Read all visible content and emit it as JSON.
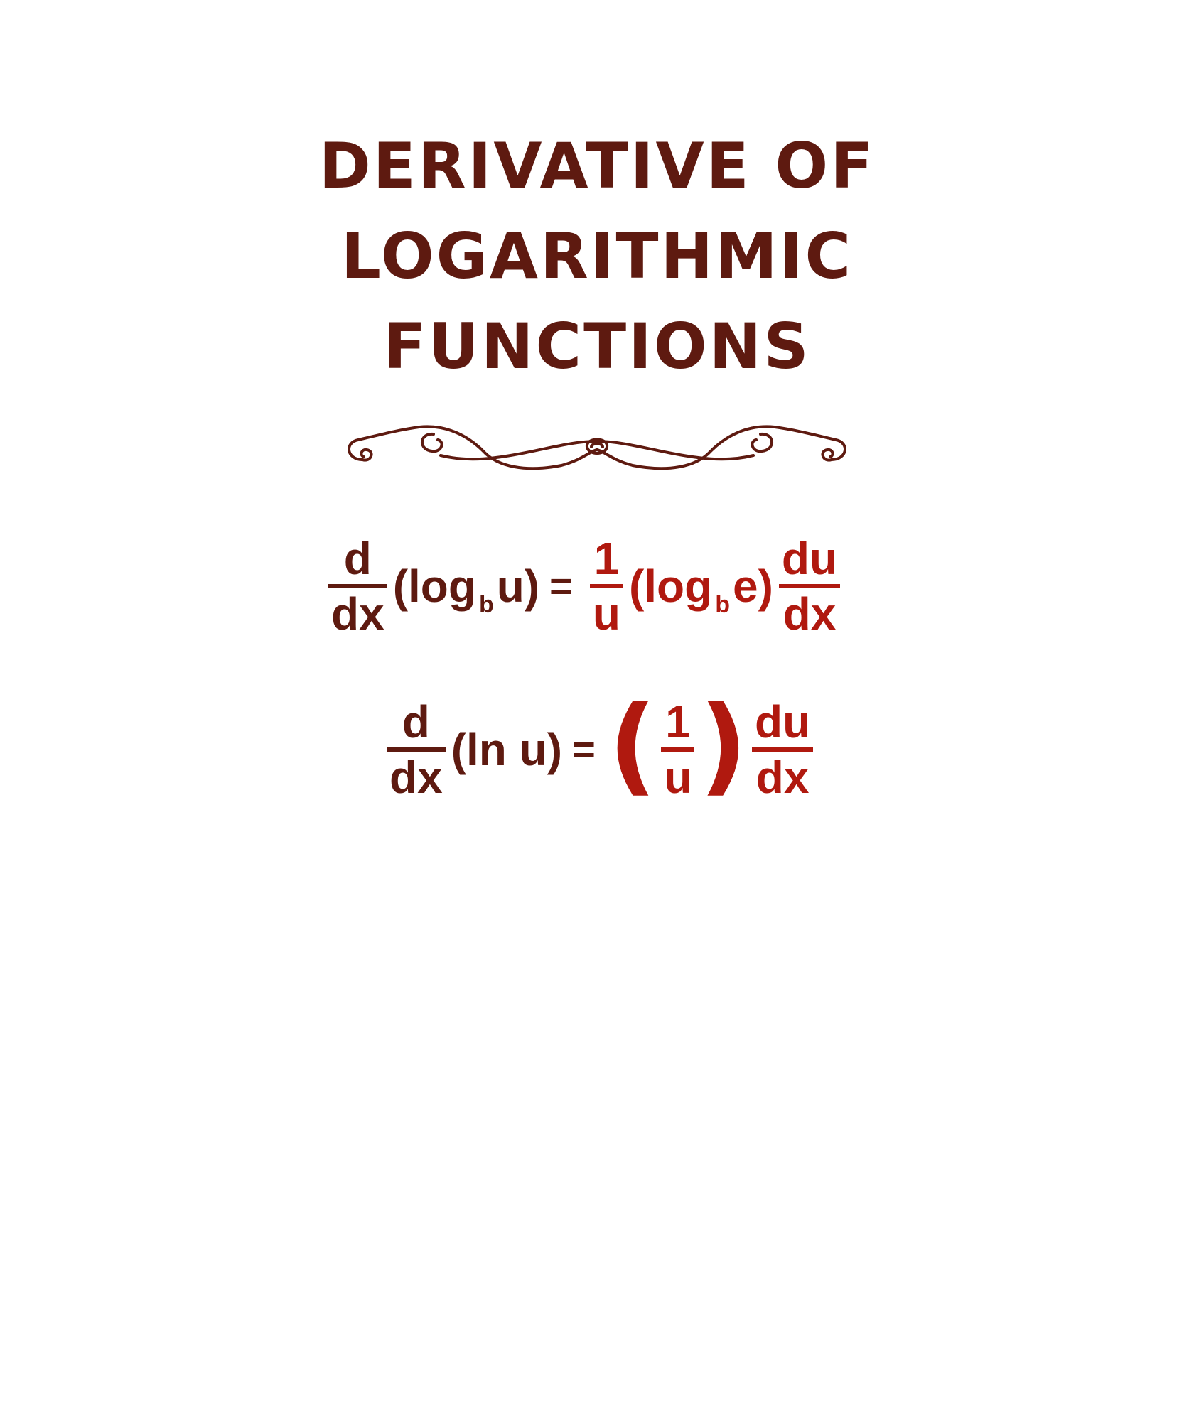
{
  "title": {
    "line1": "Derivative of",
    "line2": "Logarithmic",
    "line3": "Functions"
  },
  "colors": {
    "dark": "#5e1a10",
    "red": "#b0190f"
  },
  "equation1": {
    "lhs_num": "d",
    "lhs_den": "dx",
    "log_open": "(log",
    "log_base": "b",
    "log_arg": "u)",
    "equals": "=",
    "rhs_num": "1",
    "rhs_den": "u",
    "log2_open": "(log",
    "log2_base": "b",
    "log2_arg": "e)",
    "rhs2_num": "du",
    "rhs2_den": "dx"
  },
  "equation2": {
    "lhs_num": "d",
    "lhs_den": "dx",
    "expr": "(ln u)",
    "equals": "=",
    "paren_open": "(",
    "frac_num": "1",
    "frac_den": "u",
    "paren_close": ")",
    "rhs_num": "du",
    "rhs_den": "dx"
  }
}
